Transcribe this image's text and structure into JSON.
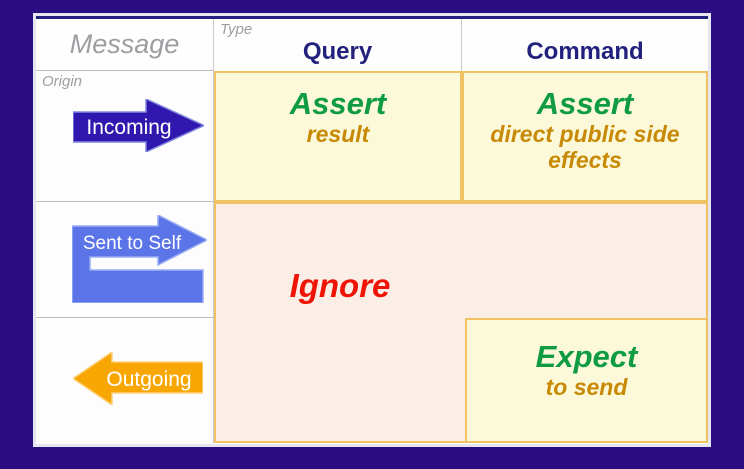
{
  "header": {
    "message": "Message",
    "type": "Type",
    "origin": "Origin",
    "columns": {
      "query": "Query",
      "command": "Command"
    }
  },
  "arrows": {
    "incoming": "Incoming",
    "sent_to_self": "Sent to Self",
    "outgoing": "Outgoing"
  },
  "cells": {
    "incoming_query": {
      "title": "Assert",
      "sub": "result"
    },
    "incoming_command": {
      "title": "Assert",
      "sub": "direct public side effects"
    },
    "ignore": {
      "label": "Ignore"
    },
    "outgoing_command": {
      "title": "Expect",
      "sub": "to send"
    }
  },
  "colors": {
    "background": "#2a0d80",
    "table_top_border": "#22227e",
    "header_text": "#22227e",
    "muted_label": "#9e9ea2",
    "cell_yellow": "#fcf9da",
    "cell_salmon": "#faeee6",
    "cell_border": "#f0c263",
    "assert_green": "#0f9b42",
    "sub_gold": "#c88a05",
    "ignore_red": "#ee1507",
    "incoming_arrow": "#3018ae",
    "sent_to_self_arrow": "#5b74e8",
    "outgoing_arrow": "#f8a702"
  }
}
